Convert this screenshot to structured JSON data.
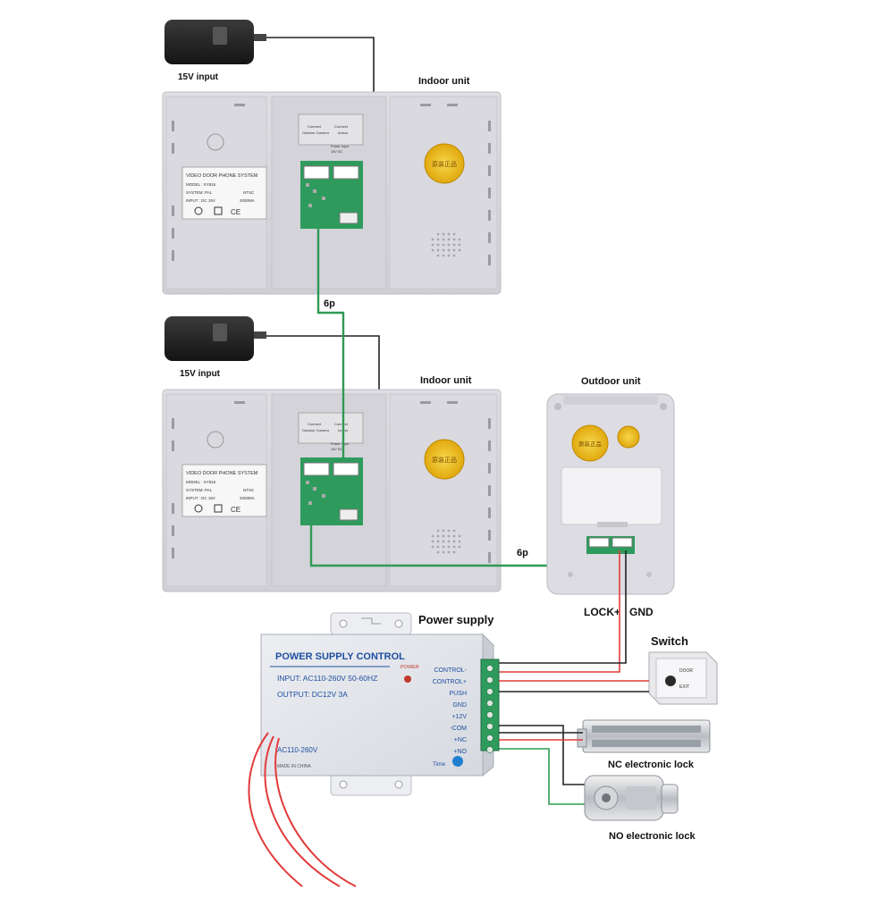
{
  "labels": {
    "input_top": "15V input",
    "input_mid": "15V input",
    "indoor_top": "Indoor unit",
    "indoor_mid": "Indoor unit",
    "outdoor": "Outdoor unit",
    "cable_6p_a": "6p",
    "cable_6p_b": "6p",
    "power_supply": "Power supply",
    "lock_plus": "LOCK+",
    "gnd": "GND",
    "switch": "Switch",
    "nc_lock": "NC electronic lock",
    "no_lock": "NO electronic lock"
  },
  "indoor_label": {
    "title": "VIDEO DOOR PHONE SYSTEM",
    "model_top": "MODEL : SY816",
    "model_mid": "MODEL : SY816",
    "system": "SYSTEM: PAL",
    "ntsc": "NTSC",
    "input": "INPUT : DC 15V",
    "current": "2000MA"
  },
  "board_text": {
    "title_a": "Connect",
    "title_b": "Outdoor Camera",
    "title_c": "Connect",
    "title_d": "Indoor",
    "power_input": "Power Input",
    "dc": "15V DC"
  },
  "psu": {
    "title": "POWER SUPPLY CONTROL",
    "input_line": "INPUT: AC110-260V 50-60HZ",
    "output_line": "OUTPUT: DC12V 3A",
    "power_led_label": "POWER",
    "ac_label": "AC110-260V",
    "made_in": "MADE IN CHINA",
    "time_label": "Time",
    "terminals": [
      "CONTROL-",
      "CONTROL+",
      "PUSH",
      "GND",
      "+12V",
      "-COM",
      "+NC",
      "+NO"
    ]
  },
  "switch_text": {
    "line1": "DOOR",
    "line2": "EXIT"
  },
  "stamp_text": "原装正品",
  "colors": {
    "wire_green": "#2f9a55",
    "wire_red": "#e23b3b",
    "wire_black": "#222222",
    "unit_body": "#d6d6dc",
    "psu_body": "#e2e4e9",
    "psu_title": "#1f4fa0",
    "board_green": "#2e9b5c",
    "stamp_yellow": "#f0c419"
  }
}
